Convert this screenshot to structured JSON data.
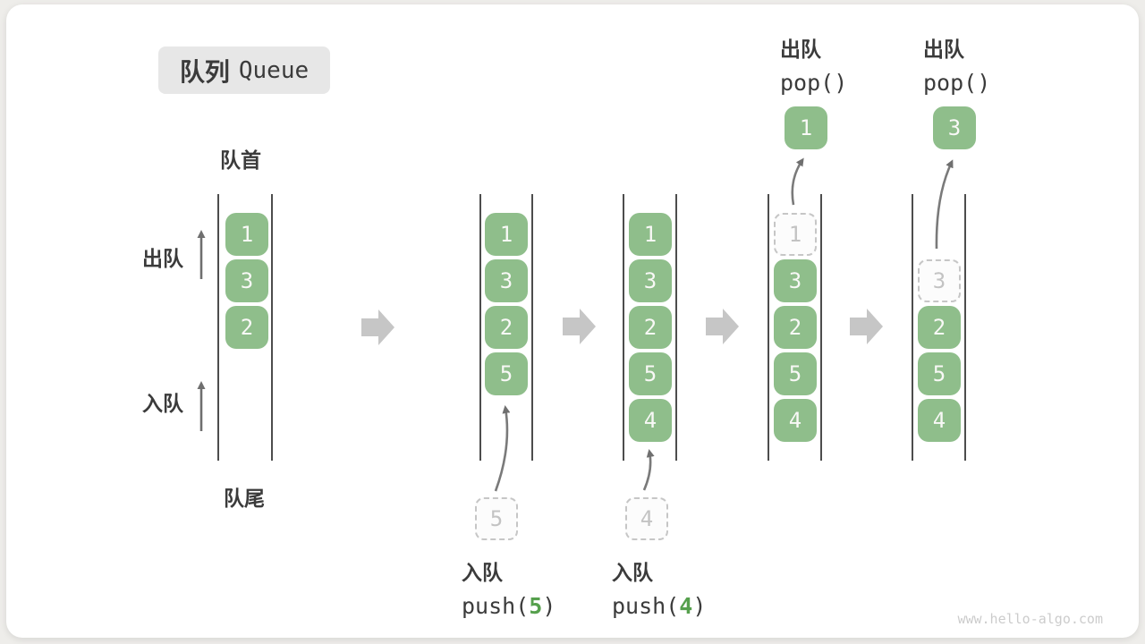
{
  "title": {
    "zh": "队列",
    "en": "Queue"
  },
  "labels": {
    "front": "队首",
    "rear": "队尾",
    "dequeue": "出队",
    "enqueue": "入队"
  },
  "states": [
    {
      "cells": [
        "1",
        "3",
        "2"
      ]
    },
    {
      "cells": [
        "1",
        "3",
        "2",
        "5"
      ],
      "staged": "5"
    },
    {
      "cells": [
        "1",
        "3",
        "2",
        "5",
        "4"
      ],
      "staged": "4"
    },
    {
      "cells": [
        "3",
        "2",
        "5",
        "4"
      ],
      "ghost": "1",
      "popped": "1"
    },
    {
      "cells": [
        "2",
        "5",
        "4"
      ],
      "ghost": "3",
      "popped": "3"
    }
  ],
  "operations": {
    "push_5": {
      "name": "入队",
      "fn": "push(",
      "arg": "5",
      "close": ")"
    },
    "push_4": {
      "name": "入队",
      "fn": "push(",
      "arg": "4",
      "close": ")"
    },
    "pop_1": {
      "name": "出队",
      "fn": "pop()"
    },
    "pop_2": {
      "name": "出队",
      "fn": "pop()"
    }
  },
  "watermark": "www.hello-algo.com",
  "colors": {
    "cell_green": "#8fbe8b",
    "accent_green": "#56a04d",
    "ghost_gray": "#c6c6c6",
    "block_arrow_gray": "#c6c6c6",
    "thin_arrow_gray": "#6f6f6f",
    "wall_dark": "#4d4d4d",
    "title_bg": "#e7e7e7"
  }
}
